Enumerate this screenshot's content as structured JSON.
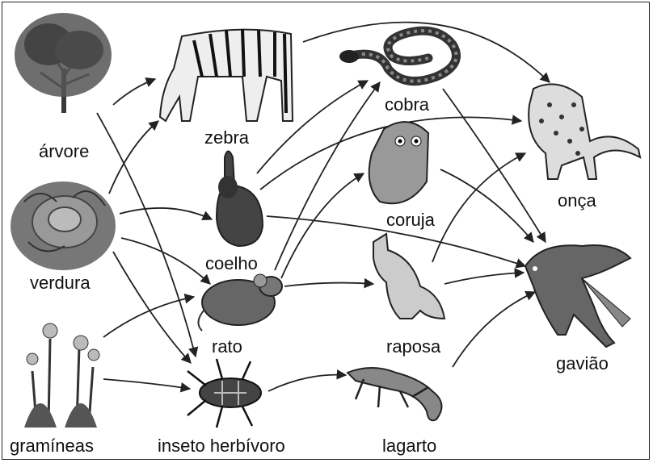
{
  "nodes": {
    "arvore": "árvore",
    "zebra": "zebra",
    "cobra": "cobra",
    "onca": "onça",
    "coelho": "coelho",
    "coruja": "coruja",
    "verdura": "verdura",
    "rato": "rato",
    "raposa": "raposa",
    "gaviao": "gavião",
    "gramineas": "gramíneas",
    "inseto": "inseto herbívoro",
    "lagarto": "lagarto"
  },
  "links": [
    [
      "arvore",
      "zebra"
    ],
    [
      "arvore",
      "inseto"
    ],
    [
      "verdura",
      "zebra"
    ],
    [
      "verdura",
      "coelho"
    ],
    [
      "verdura",
      "rato"
    ],
    [
      "verdura",
      "inseto"
    ],
    [
      "gramineas",
      "rato"
    ],
    [
      "gramineas",
      "inseto"
    ],
    [
      "zebra",
      "onca"
    ],
    [
      "coelho",
      "cobra"
    ],
    [
      "coelho",
      "onca"
    ],
    [
      "coelho",
      "gaviao"
    ],
    [
      "rato",
      "cobra"
    ],
    [
      "rato",
      "coruja"
    ],
    [
      "rato",
      "raposa"
    ],
    [
      "inseto",
      "lagarto"
    ],
    [
      "cobra",
      "gaviao"
    ],
    [
      "coruja",
      "gaviao"
    ],
    [
      "raposa",
      "onca"
    ],
    [
      "raposa",
      "gaviao"
    ],
    [
      "lagarto",
      "gaviao"
    ]
  ]
}
